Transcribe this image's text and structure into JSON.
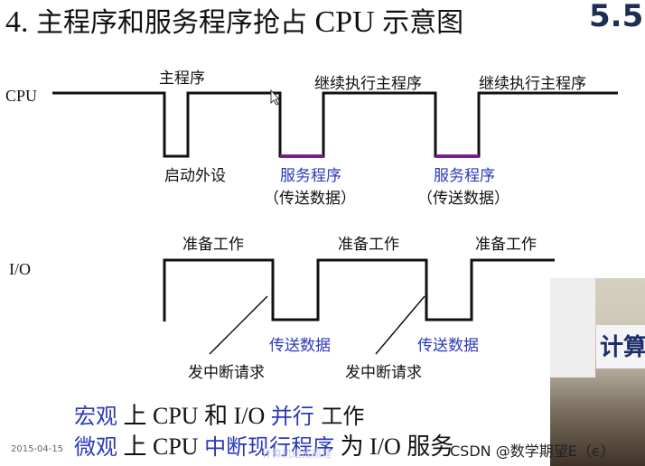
{
  "title": {
    "prefix": "4. ",
    "zh": "主程序和服务程序抢占",
    "cpu": " CPU ",
    "zh2": "示意图"
  },
  "page_number": "5.5",
  "cpu": {
    "axis_label": "CPU",
    "main_program": "主程序",
    "start_peripheral": "启动外设",
    "continue_1": "继续执行主程序",
    "continue_2": "继续执行主程序",
    "service_1": "服务程序",
    "service_1_sub": "（传送数据）",
    "service_2": "服务程序",
    "service_2_sub": "（传送数据）"
  },
  "io": {
    "axis_label": "I/O",
    "prepare_1": "准备工作",
    "prepare_2": "准备工作",
    "prepare_3": "准备工作",
    "transfer_1": "传送数据",
    "transfer_2": "传送数据",
    "interrupt_1": "发中断请求",
    "interrupt_2": "发中断请求"
  },
  "summary": {
    "macro_word": "宏观",
    "macro_mid": " 上 CPU 和 I/O ",
    "macro_blue": "并行",
    "macro_end": " 工作",
    "micro_word": "微观",
    "micro_mid": " 上 CPU ",
    "micro_blue": "中断现行程序",
    "micro_end": " 为 I/O 服务"
  },
  "date": "2015-04-15",
  "footer_faint": "计算机组成原理",
  "watermark": "CSDN @数学期望E（ϵ）",
  "photo_sign": "计算",
  "colors": {
    "blue": "#2a3ab8",
    "purple": "#7a1f8a",
    "black": "#111111"
  }
}
